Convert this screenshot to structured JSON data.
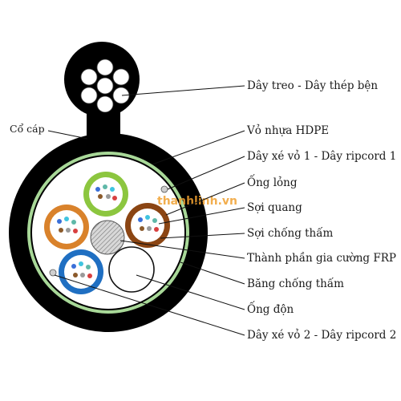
{
  "labels": {
    "messenger": "Dây treo - Dây thép bện",
    "neck": "Cổ cáp",
    "jacket": "Vỏ nhựa HDPE",
    "ripcord1": "Dây xé vỏ 1 - Dây ripcord 1",
    "loose_tube": "Ống lỏng",
    "fiber": "Sợi quang",
    "water_yarn": "Sợi chống thấm",
    "strength_member": "Thành phần gia cường FRP",
    "water_tape": "Băng chống thấm",
    "filler": "Ống độn",
    "ripcord2": "Dây xé vỏ 2 - Dây ripcord 2"
  },
  "watermark": "thanhlinh.vn",
  "colors": {
    "jacket": "#000000",
    "tape": "#9fd18a",
    "core_fill": "#ffffff",
    "tube_orange": "#d9822b",
    "tube_green": "#8cc63f",
    "tube_brown": "#8b4513",
    "tube_blue": "#1f6fc2",
    "fiber_blue": "#3a6fd8",
    "fiber_cyan": "#40c4e0",
    "fiber_teal": "#5fb8a8",
    "fiber_brown": "#8b5a2b",
    "fiber_white": "#ffffff",
    "fiber_gray": "#9a9a9a",
    "fiber_red": "#d84040",
    "strength_member": "#cfcfcf"
  }
}
